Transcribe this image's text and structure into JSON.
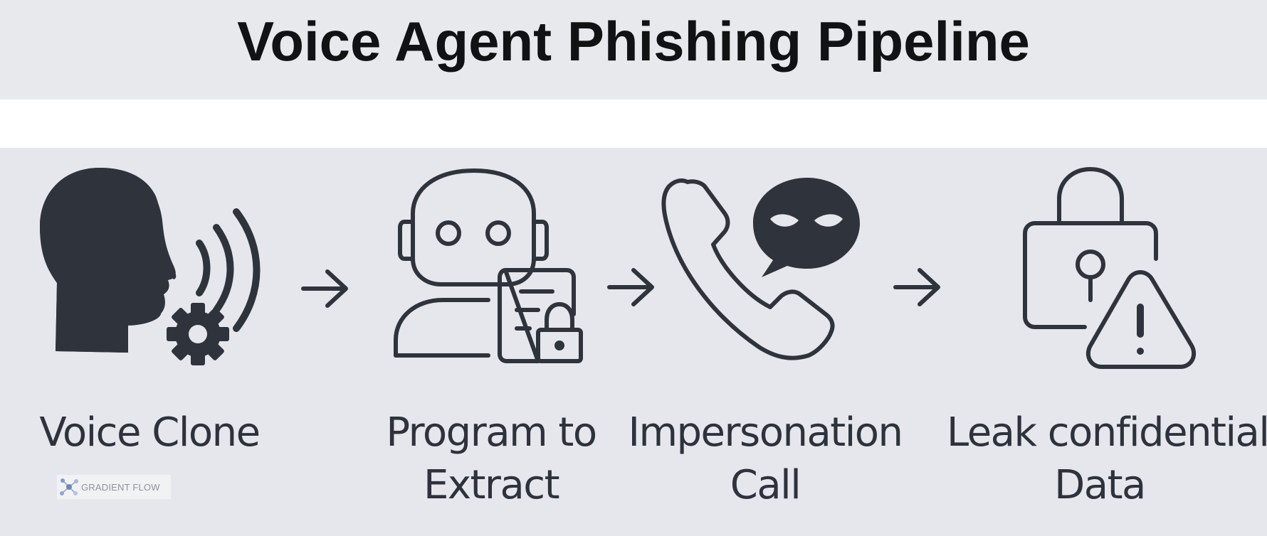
{
  "title": "Voice Agent Phishing Pipeline",
  "steps": [
    {
      "line1": "Voice Clone",
      "line2": "",
      "icon": "head-voice-gear-icon"
    },
    {
      "line1": "Program to",
      "line2": "Extract",
      "icon": "robot-document-lock-icon"
    },
    {
      "line1": "Impersonation",
      "line2": "Call",
      "icon": "phone-masked-chat-icon"
    },
    {
      "line1": "Leak confidential",
      "line2": "Data",
      "icon": "padlock-warning-icon"
    }
  ],
  "arrows": [
    "right-arrow-icon",
    "right-arrow-icon",
    "right-arrow-icon"
  ],
  "brand": {
    "name": "GRADIENT FLOW",
    "logo": "network-nodes-icon"
  },
  "colors": {
    "icon": "#2f333c",
    "title": "#111214",
    "panel": "#e6e7ec"
  }
}
